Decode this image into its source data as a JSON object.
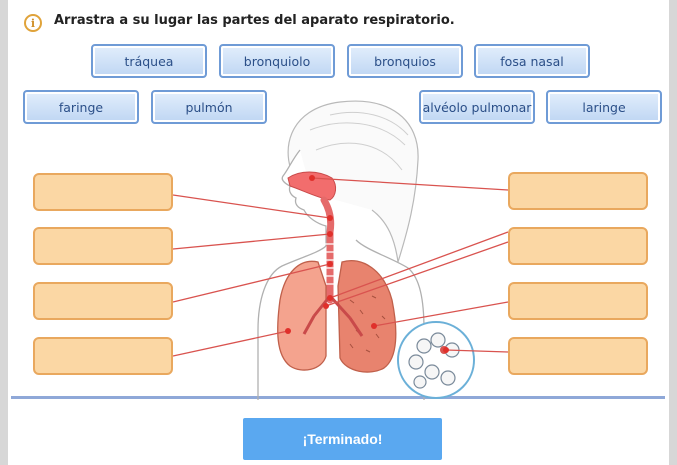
{
  "header": {
    "info_icon": "info-icon",
    "instruction": "Arrastra a su lugar las partes del aparato respiratorio."
  },
  "tiles": {
    "row1": [
      "tráquea",
      "bronquiolo",
      "bronquios",
      "fosa nasal"
    ],
    "row2_left": [
      "faringe",
      "pulmón"
    ],
    "row2_right": [
      "alvéolo pulmonar",
      "laringe"
    ]
  },
  "drop_slots": {
    "left": [
      "",
      "",
      "",
      ""
    ],
    "right": [
      "",
      "",
      "",
      ""
    ]
  },
  "footer": {
    "done_label": "¡Terminado!"
  },
  "colors": {
    "tile_border": "#6f9bd6",
    "tile_text": "#2b4f88",
    "slot_fill": "#fbd7a4",
    "slot_border": "#e9a85e",
    "leader_line": "#d9534f",
    "button": "#5aa8f0"
  }
}
